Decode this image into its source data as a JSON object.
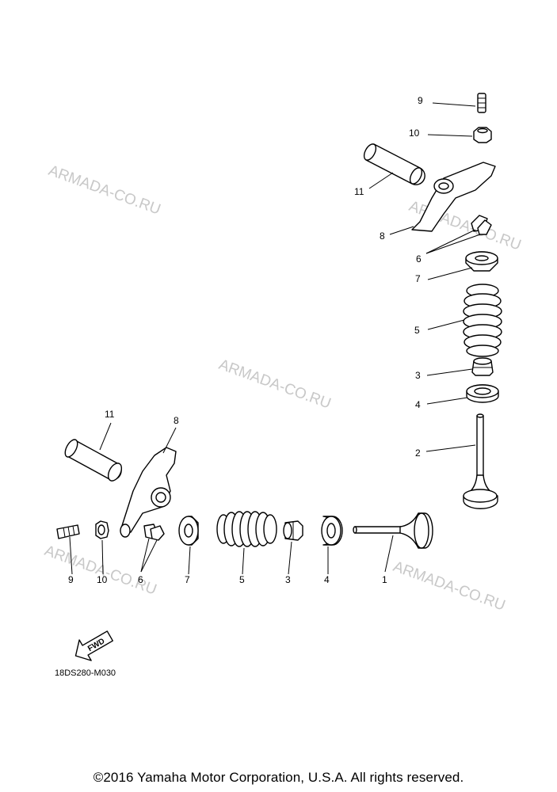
{
  "watermark": "ARMADA-CO.RU",
  "diagram_code": "18DS280-M030",
  "fwd_label": "FWD",
  "copyright": "©2016 Yamaha Motor Corporation, U.S.A. All rights reserved.",
  "labels": {
    "upper": {
      "p9": "9",
      "p10": "10",
      "p11": "11",
      "p8": "8",
      "p6": "6",
      "p7": "7",
      "p5": "5",
      "p3": "3",
      "p4": "4",
      "p2": "2"
    },
    "lower": {
      "p11": "11",
      "p8": "8",
      "p9": "9",
      "p10": "10",
      "p6": "6",
      "p7": "7",
      "p5": "5",
      "p3": "3",
      "p4": "4",
      "p1": "1"
    }
  }
}
